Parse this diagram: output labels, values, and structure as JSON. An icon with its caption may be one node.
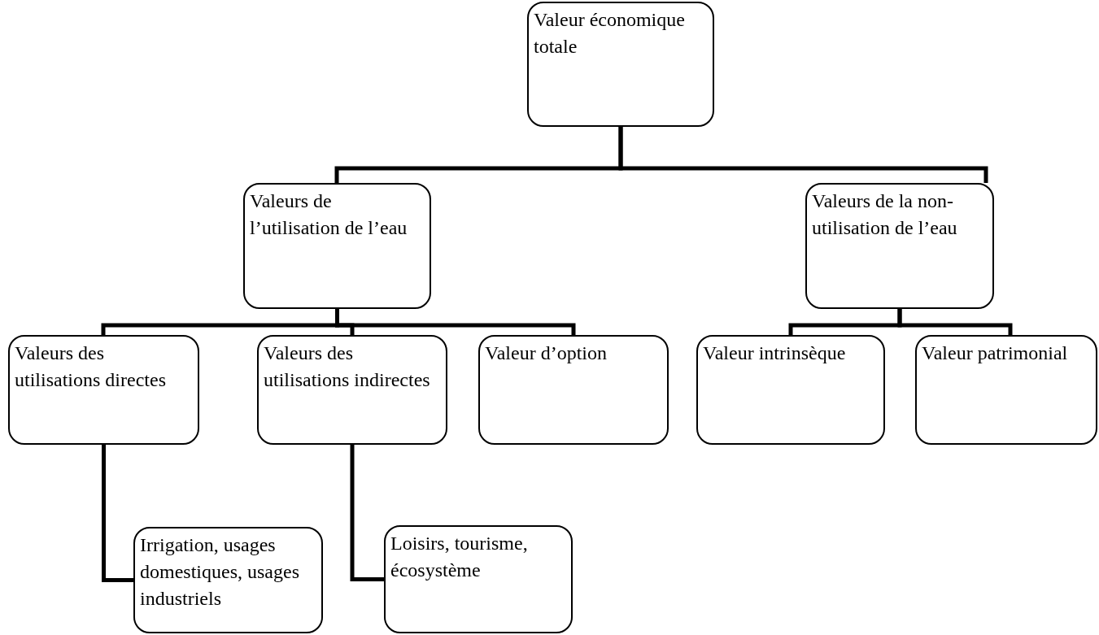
{
  "diagram": {
    "nodes": [
      {
        "text": [
          "Valeur économique totale"
        ]
      },
      {
        "text": [
          "Valeurs de l’utilisation de l’eau"
        ]
      },
      {
        "text": [
          "Valeurs de la non-utilisation de l’eau"
        ]
      },
      {
        "text": [
          "Valeurs des utilisations directes"
        ]
      },
      {
        "text": [
          "Valeurs des utilisations indirectes"
        ]
      },
      {
        "text": [
          "Valeur d’option"
        ]
      },
      {
        "text": [
          "Valeur intrinsèque"
        ]
      },
      {
        "text": [
          "Valeur patrimonial"
        ]
      },
      {
        "text": [
          "Irrigation, usages domestiques, usages industriels"
        ]
      },
      {
        "text": [
          "Loisirs, tourisme, écosystème"
        ]
      }
    ],
    "edges": [
      {
        "from": 0,
        "to": 1,
        "arrow": "none"
      },
      {
        "from": 0,
        "to": 2,
        "arrow": "none"
      },
      {
        "from": 1,
        "to": 3,
        "arrow": "none"
      },
      {
        "from": 1,
        "to": 4,
        "arrow": "none"
      },
      {
        "from": 1,
        "to": 5,
        "arrow": "none"
      },
      {
        "from": 2,
        "to": 6,
        "arrow": "none"
      },
      {
        "from": 2,
        "to": 7,
        "arrow": "none"
      },
      {
        "from": 3,
        "to": 8,
        "arrow": "none"
      },
      {
        "from": 4,
        "to": 9,
        "arrow": "none"
      }
    ]
  }
}
